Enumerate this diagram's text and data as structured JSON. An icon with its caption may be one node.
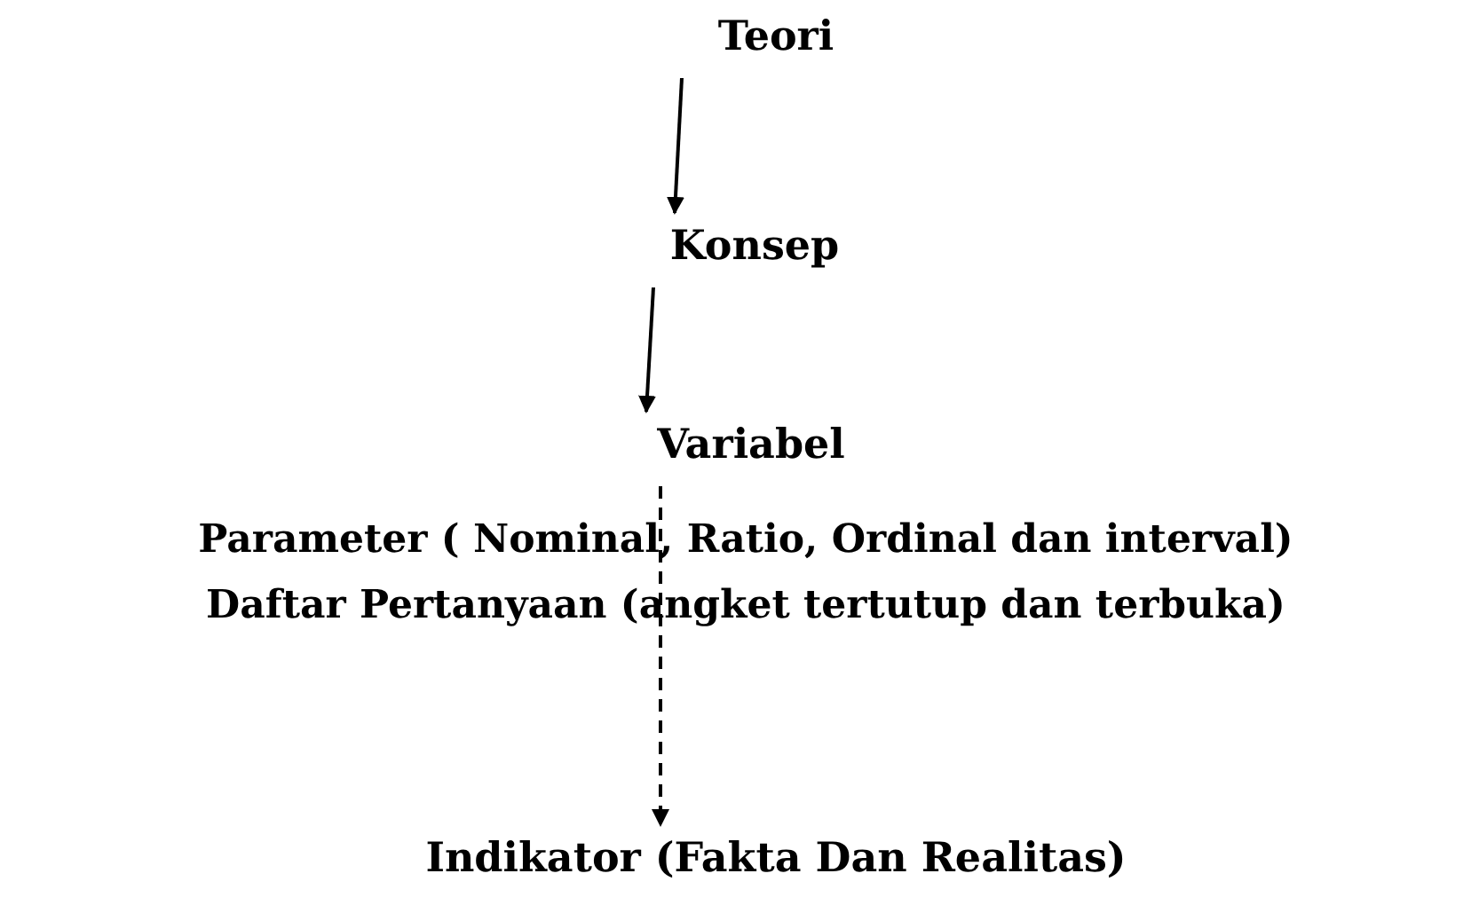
{
  "diagram": {
    "nodes": [
      {
        "text": [
          "Teori"
        ]
      },
      {
        "text": [
          "Konsep"
        ]
      },
      {
        "text": [
          "Variabel"
        ]
      },
      {
        "text": [
          "Indikator (Fakta Dan Realitas)"
        ]
      }
    ],
    "edges": [
      {
        "from": 0,
        "to": 1,
        "arrow": "to"
      },
      {
        "from": 1,
        "to": 2,
        "arrow": "to"
      },
      {
        "from": 2,
        "to": 3,
        "arrow": "to",
        "style": "dashed"
      }
    ],
    "labels": [
      "Parameter ( Nominal, Ratio, Ordinal dan interval)",
      "Daftar Pertanyaan (angket tertutup dan terbuka)"
    ]
  }
}
